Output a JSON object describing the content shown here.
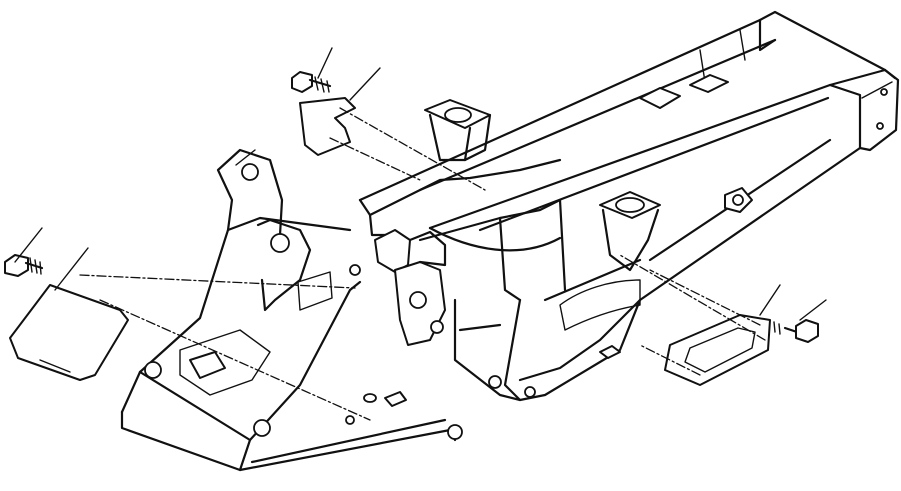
{
  "figure": {
    "background": "#ffffff",
    "line_color": "#111111",
    "parts": [
      {
        "name": "rear-frame",
        "kind": "frame-weldment"
      },
      {
        "name": "front-frame",
        "kind": "frame-weldment"
      },
      {
        "name": "cover-plate-left",
        "kind": "cover"
      },
      {
        "name": "cover-plate-top",
        "kind": "cover"
      },
      {
        "name": "cover-plate-right",
        "kind": "cover"
      },
      {
        "name": "bolt-left",
        "kind": "bolt"
      },
      {
        "name": "bolt-top",
        "kind": "bolt"
      },
      {
        "name": "bolt-right",
        "kind": "bolt"
      }
    ]
  }
}
